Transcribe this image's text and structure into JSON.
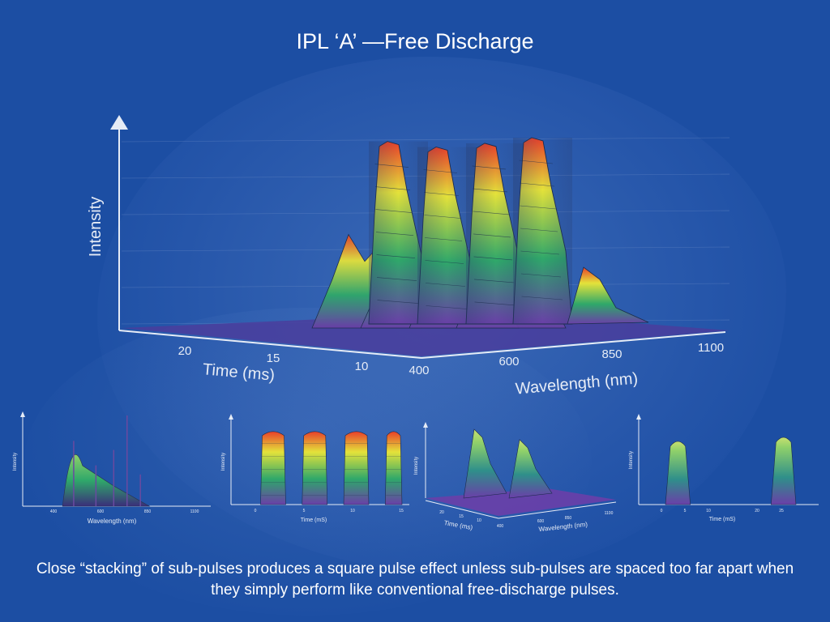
{
  "title": "IPL ‘A’ —Free Discharge",
  "caption": "Close “stacking” of sub-pulses produces a square pulse effect unless sub-pulses are spaced too far apart when they simply perform like conventional free-discharge pulses.",
  "colors": {
    "background": "#1c4ea3",
    "text": "#ffffff",
    "axis": "#e6ecf6",
    "peak_high": "#e8402a",
    "peak_mid": "#e4e23a",
    "peak_low": "#2fa86a",
    "base": "#6a3fa8"
  },
  "chart_data": [
    {
      "type": "surface",
      "xlabel": "Wavelength (nm)",
      "ylabel": "Time (ms)",
      "zlabel": "Intensity",
      "x_ticks": [
        "400",
        "600",
        "850",
        "1100"
      ],
      "y_ticks": [
        "20",
        "15",
        "10"
      ],
      "x_range": [
        400,
        1100
      ],
      "series": [
        {
          "peak_intensity": 0.98,
          "shoulder_intensity": 0.48
        },
        {
          "peak_intensity": 0.95,
          "shoulder_intensity": 0.44
        },
        {
          "peak_intensity": 0.97,
          "shoulder_intensity": 0.46
        },
        {
          "peak_intensity": 1.0,
          "shoulder_intensity": 0.5
        }
      ]
    },
    {
      "type": "line",
      "xlabel": "Wavelength (nm)",
      "ylabel": "Intensity",
      "x_ticks": [
        "400",
        "600",
        "850",
        "1100"
      ],
      "x_range": [
        400,
        1100
      ],
      "peaks": [
        {
          "x": 520,
          "y": 0.72
        },
        {
          "x": 620,
          "y": 0.45
        },
        {
          "x": 700,
          "y": 0.62
        },
        {
          "x": 760,
          "y": 1.0
        },
        {
          "x": 820,
          "y": 0.35
        }
      ]
    },
    {
      "type": "area",
      "xlabel": "Time (mS)",
      "ylabel": "Intensity",
      "x_ticks": [
        "0",
        "5",
        "10",
        "15"
      ],
      "x_range": [
        0,
        20
      ],
      "series": [
        {
          "start": 2,
          "end": 6,
          "peak": 0.95
        },
        {
          "start": 7,
          "end": 11,
          "peak": 0.95
        },
        {
          "start": 12,
          "end": 16,
          "peak": 0.95
        },
        {
          "start": 17,
          "end": 20,
          "peak": 0.95
        }
      ]
    },
    {
      "type": "surface",
      "xlabel": "Wavelength (nm)",
      "ylabel": "Time (ms)",
      "zlabel": "Intensity",
      "x_ticks": [
        "400",
        "600",
        "850",
        "1100"
      ],
      "y_ticks": [
        "20",
        "15",
        "10"
      ],
      "series": [
        {
          "peak_intensity": 1.0
        },
        {
          "peak_intensity": 0.85
        }
      ]
    },
    {
      "type": "area",
      "xlabel": "Time (mS)",
      "ylabel": "Intensity",
      "x_ticks": [
        "0",
        "5",
        "10",
        "20",
        "25"
      ],
      "x_range": [
        0,
        27
      ],
      "series": [
        {
          "start": 3,
          "end": 7,
          "peak": 0.8
        },
        {
          "start": 20,
          "end": 24,
          "peak": 0.85
        }
      ]
    }
  ]
}
